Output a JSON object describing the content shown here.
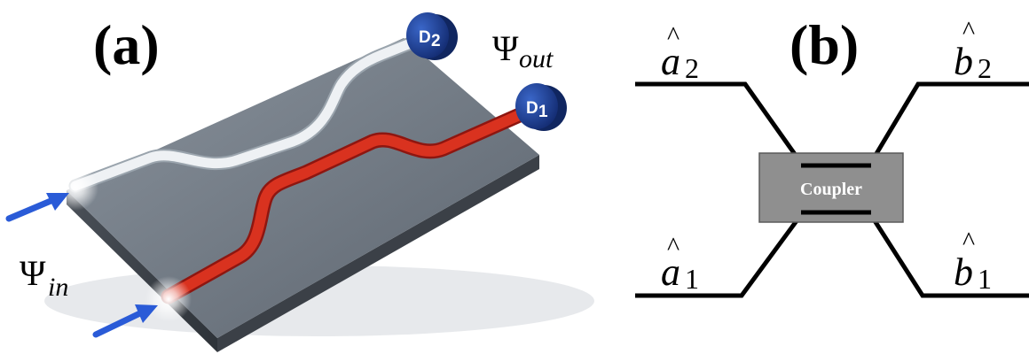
{
  "panel_a": {
    "label": "(a)",
    "psi_symbol": "Ψ",
    "psi_in_sub": "in",
    "psi_out_sub": "out",
    "detector_top": {
      "letter": "D",
      "index": "2"
    },
    "detector_bottom": {
      "letter": "D",
      "index": "1"
    },
    "colors": {
      "chip": "#6e7782",
      "chip_side": "#3e444c",
      "white_guide": "#e9edf1",
      "red_guide": "#d22a1e",
      "detector": "#1d3f9a",
      "arrow": "#2a5bd7"
    }
  },
  "panel_b": {
    "label": "(b)",
    "coupler_label": "Coupler",
    "ports": {
      "a2": {
        "letter": "a",
        "index": "2"
      },
      "a1": {
        "letter": "a",
        "index": "1"
      },
      "b2": {
        "letter": "b",
        "index": "2"
      },
      "b1": {
        "letter": "b",
        "index": "1"
      }
    },
    "hat": "^",
    "colors": {
      "coupler_box": "#8f8f8f",
      "lines": "#000000"
    }
  }
}
